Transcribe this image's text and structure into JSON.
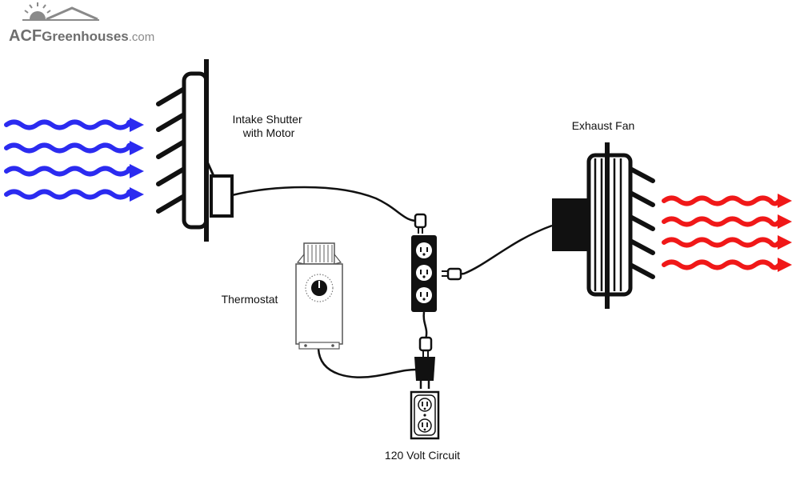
{
  "logo": {
    "brand": "ACF",
    "name": "Greenhouses",
    "tld": ".com",
    "color": "#6e6e6e"
  },
  "labels": {
    "intake_line1": "Intake Shutter",
    "intake_line2": "with Motor",
    "exhaust": "Exhaust Fan",
    "thermostat": "Thermostat",
    "circuit": "120 Volt Circuit"
  },
  "colors": {
    "intake_air": "#2b2bf0",
    "exhaust_air": "#f01818",
    "wiring": "#111111"
  },
  "icons": {
    "intake_shutter": "louvered-shutter-icon",
    "exhaust_fan": "exhaust-fan-icon",
    "thermostat": "thermostat-icon",
    "power_strip": "power-strip-icon",
    "wall_outlet": "wall-outlet-icon"
  }
}
